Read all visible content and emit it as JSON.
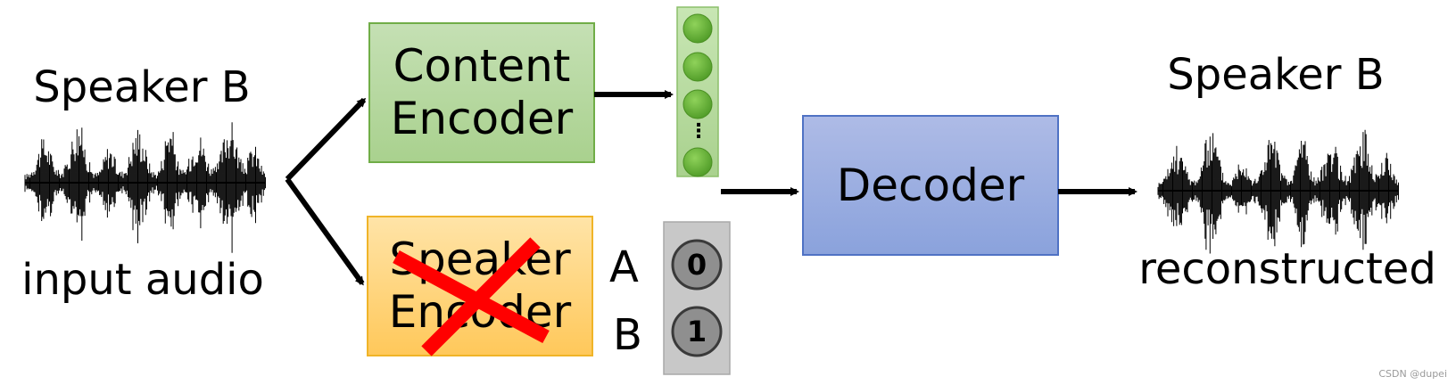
{
  "input": {
    "speaker": "Speaker B",
    "caption": "input audio"
  },
  "output": {
    "speaker": "Speaker B",
    "caption": "reconstructed"
  },
  "content_encoder": {
    "line1": "Content",
    "line2": "Encoder"
  },
  "speaker_encoder": {
    "line1": "Speaker",
    "line2": "Encoder",
    "crossed_out": true
  },
  "decoder": {
    "label": "Decoder"
  },
  "latent_vector": {
    "ellipsis": "⋮"
  },
  "one_hot": {
    "rows": [
      {
        "letter": "A",
        "value": "0"
      },
      {
        "letter": "B",
        "value": "1"
      }
    ]
  },
  "colors": {
    "content_fill": "#a9d18e",
    "content_border": "#70ad47",
    "speaker_fill": "#ffd27a",
    "speaker_border": "#f0b428",
    "decoder_fill": "#95a9de",
    "decoder_border": "#4f72c4",
    "latent_dot": "#6fb83f",
    "cross": "#ff0000",
    "onehot_panel": "#c8c8c8"
  },
  "watermark": "CSDN @dupei"
}
